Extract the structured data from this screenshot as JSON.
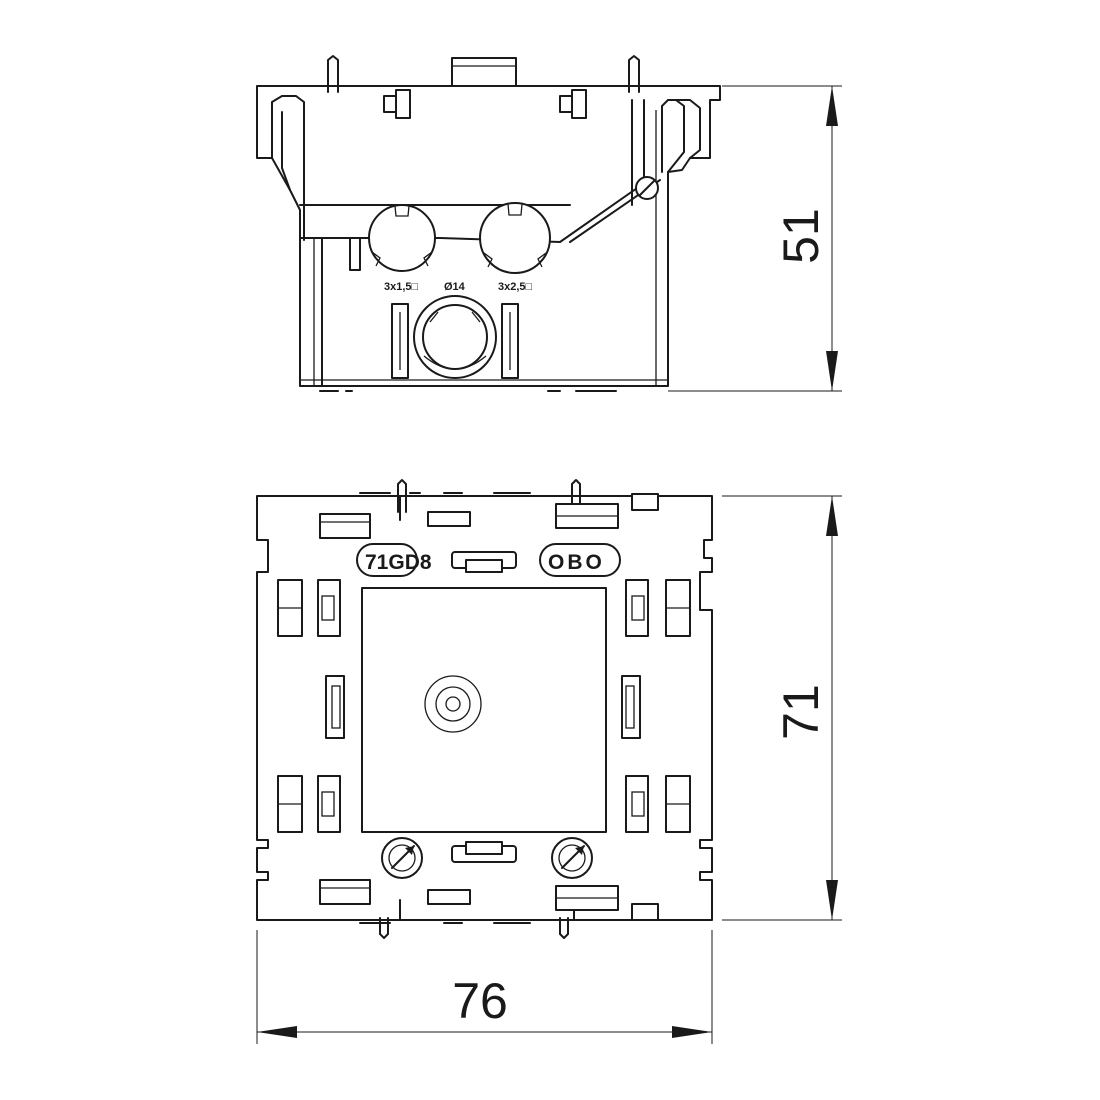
{
  "dimensions": {
    "height_side": "51",
    "height_top": "71",
    "width": "76"
  },
  "side_view_labels": {
    "knockout_left": "3x1,5□",
    "knockout_center": "Ø14",
    "knockout_right": "3x2,5□"
  },
  "top_view_labels": {
    "model": "71GD8",
    "brand": "OBO"
  }
}
